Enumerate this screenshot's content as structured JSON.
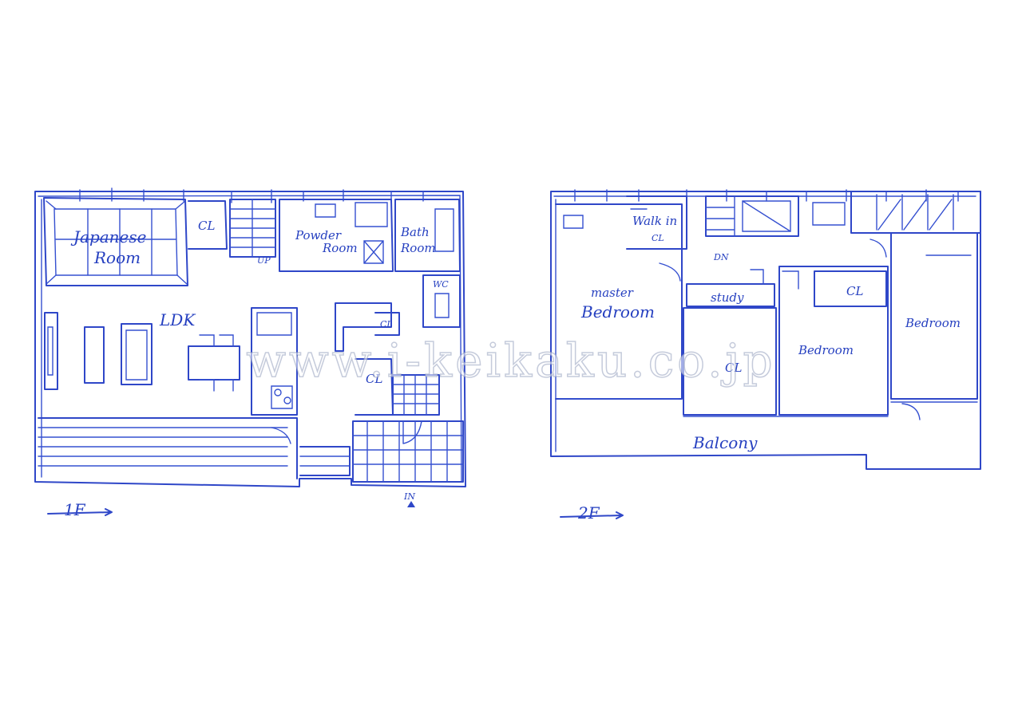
{
  "floor1": {
    "rooms": {
      "japanese": [
        "Japanese",
        "Room"
      ],
      "closet_a": "CL",
      "up": "UP",
      "powder": [
        "Powder",
        "Room"
      ],
      "bath": [
        "Bath",
        "Room"
      ],
      "wc": "WC",
      "ldk": "LDK",
      "closet_b": "CL",
      "closet_c": "CL"
    },
    "entrance": "IN",
    "floor_label": "1F"
  },
  "floor2": {
    "rooms": {
      "walkin": [
        "Walk in",
        "CL"
      ],
      "dn": "DN",
      "master": [
        "master",
        "Bedroom"
      ],
      "study": "study",
      "closet_a": "CL",
      "closet_b": "CL",
      "bed_center": "Bedroom",
      "bed_right": "Bedroom",
      "balcony": "Balcony"
    },
    "floor_label": "2F"
  },
  "watermark": "www.i-keikaku.co.jp",
  "colors": {
    "ink": "#2f47c8",
    "paper": "#ffffff"
  }
}
